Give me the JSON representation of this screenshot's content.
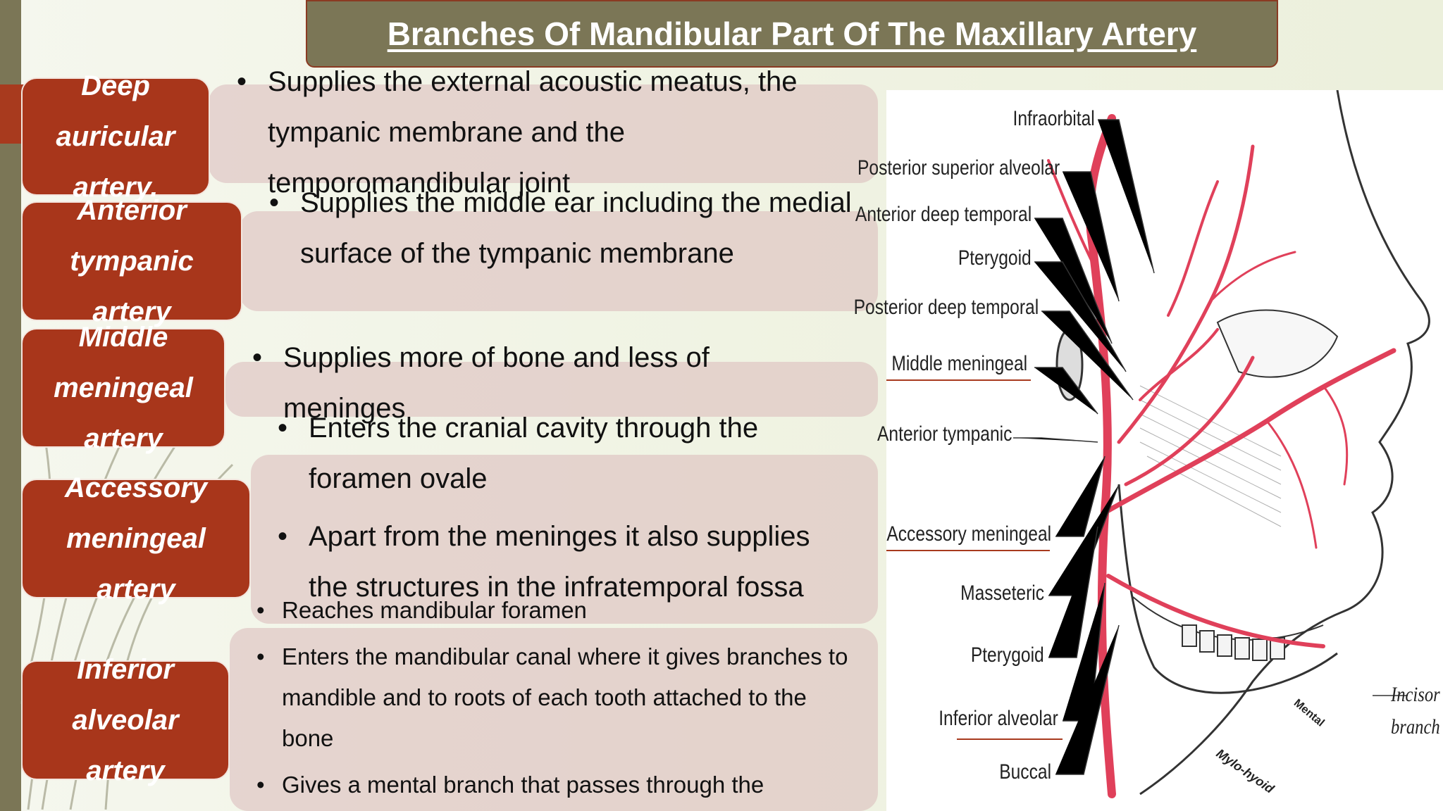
{
  "title": "Branches Of Mandibular Part Of The Maxillary Artery",
  "branches": [
    {
      "label_lines": [
        "Deep",
        "auricular",
        "artery."
      ],
      "bullets": [
        "Supplies the external acoustic meatus, the tympanic membrane and the temporomandibular joint"
      ]
    },
    {
      "label_lines": [
        "Anterior",
        "tympanic",
        "artery"
      ],
      "bullets": [
        "Supplies the middle ear including the medial surface of the tympanic membrane"
      ]
    },
    {
      "label_lines": [
        "Middle",
        "meningeal",
        "artery"
      ],
      "bullets": [
        "Supplies more of bone and less of meninges"
      ]
    },
    {
      "label_lines": [
        "Accessory",
        "meningeal",
        "artery"
      ],
      "bullets": [
        "Enters the cranial cavity through the foramen ovale",
        "Apart from the meninges it also supplies the structures in the infratemporal fossa"
      ]
    },
    {
      "label_lines": [
        "Inferior",
        "alveolar",
        "artery"
      ],
      "bullets": [
        "Reaches mandibular foramen",
        "Enters the mandibular canal where it gives branches to mandible and to roots of each tooth attached to the bone",
        "Gives a mental branch that passes through the"
      ]
    }
  ],
  "illustration": {
    "labels": [
      "Infraorbital",
      "Posterior superior alveolar",
      "Anterior deep temporal",
      "Pterygoid",
      "Posterior deep temporal",
      "Middle meningeal",
      "Anterior tympanic",
      "Accessory meningeal",
      "Masseteric",
      "Pterygoid",
      "Inferior alveolar",
      "Buccal"
    ],
    "right_labels": [
      "Incisor",
      "branch"
    ],
    "inline_labels": [
      "Mental",
      "Mylo-hyoid"
    ],
    "artery_color": "#e0405a"
  },
  "colors": {
    "strip": "#7b7656",
    "label_fill": "#a8361b",
    "panel_fill": "#dabcbc"
  }
}
